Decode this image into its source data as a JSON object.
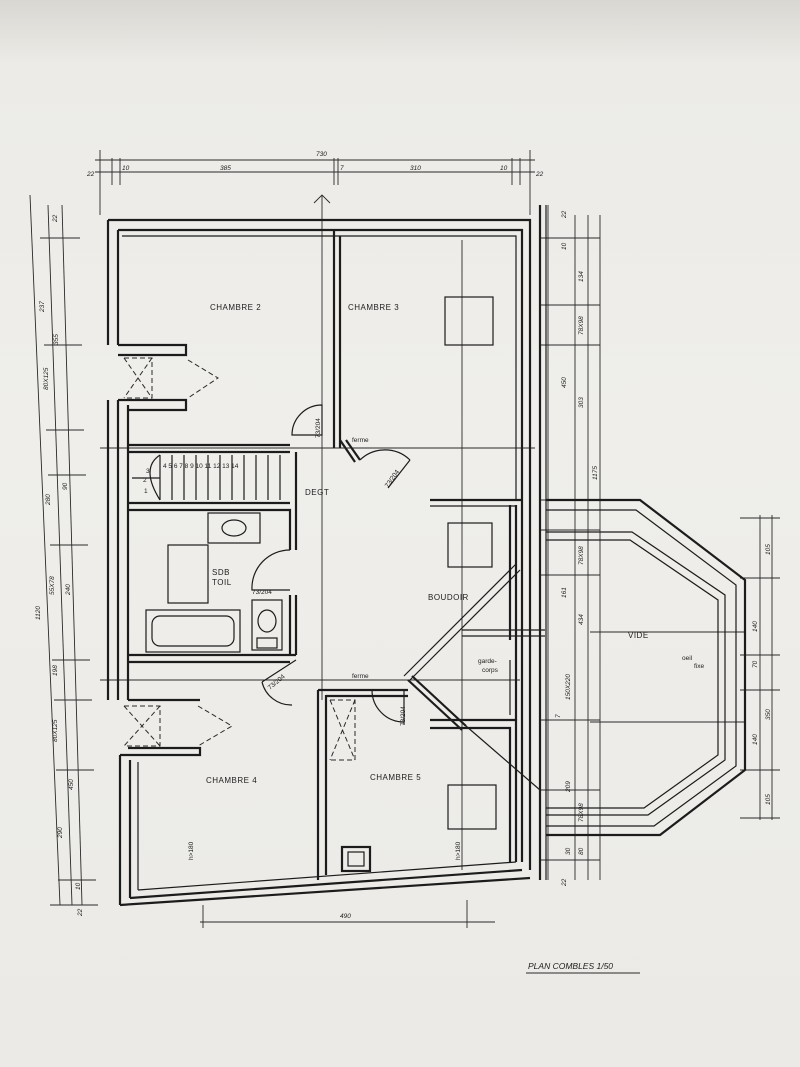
{
  "plan": {
    "title": "PLAN COMBLES 1/50",
    "rooms": {
      "chambre2": "CHAMBRE 2",
      "chambre3": "CHAMBRE 3",
      "chambre4": "CHAMBRE 4",
      "chambre5": "CHAMBRE 5",
      "degt": "DEGT",
      "boudoir": "BOUDOIR",
      "sdb": "SDB",
      "toil": "TOIL",
      "vide": "VIDE",
      "oeil": "oeil",
      "fixe": "fixe",
      "garde": "garde-",
      "corps": "corps"
    },
    "notes": {
      "ferme_top": "ferme",
      "ferme_bottom": "ferme",
      "door1": "73/204",
      "door2": "73/204",
      "door3": "73/204",
      "door4": "73/204",
      "door5": "73/204",
      "h180_a": "h>180",
      "h180_b": "h>180",
      "stairs_first": "1",
      "stairs_second": "2",
      "stairs_third": "3",
      "stairs_seq": "4 5 6 7 8 9 10 11 12 13 14"
    },
    "dimensions": {
      "top_total": "730",
      "top_a": "10",
      "top_b": "385",
      "top_c": "7",
      "top_d": "310",
      "top_e": "10",
      "top_f": "22",
      "top_g": "22",
      "left_total": "1120",
      "left_a": "22",
      "left_b": "237",
      "left_c": "355",
      "left_d": "80X125",
      "left_e": "280",
      "left_f": "90",
      "left_g": "55X78",
      "left_h": "240",
      "left_i": "198",
      "left_j": "80X125",
      "left_k": "450",
      "left_l": "290",
      "left_m": "10",
      "left_n": "22",
      "right_a": "22",
      "right_b": "10",
      "right_c": "134",
      "right_d": "78X98",
      "right_e": "303",
      "right_f": "450",
      "right_g": "1175",
      "right_h": "78X98",
      "right_i": "161",
      "right_j": "434",
      "right_k": "150X220",
      "right_l": "7",
      "right_m": "209",
      "right_n": "78X98",
      "right_o": "30",
      "right_p": "80",
      "right_q": "22",
      "vide_a": "105",
      "vide_b": "140",
      "vide_c": "70",
      "vide_d": "350",
      "vide_e": "140",
      "vide_f": "105",
      "bottom": "490"
    }
  }
}
